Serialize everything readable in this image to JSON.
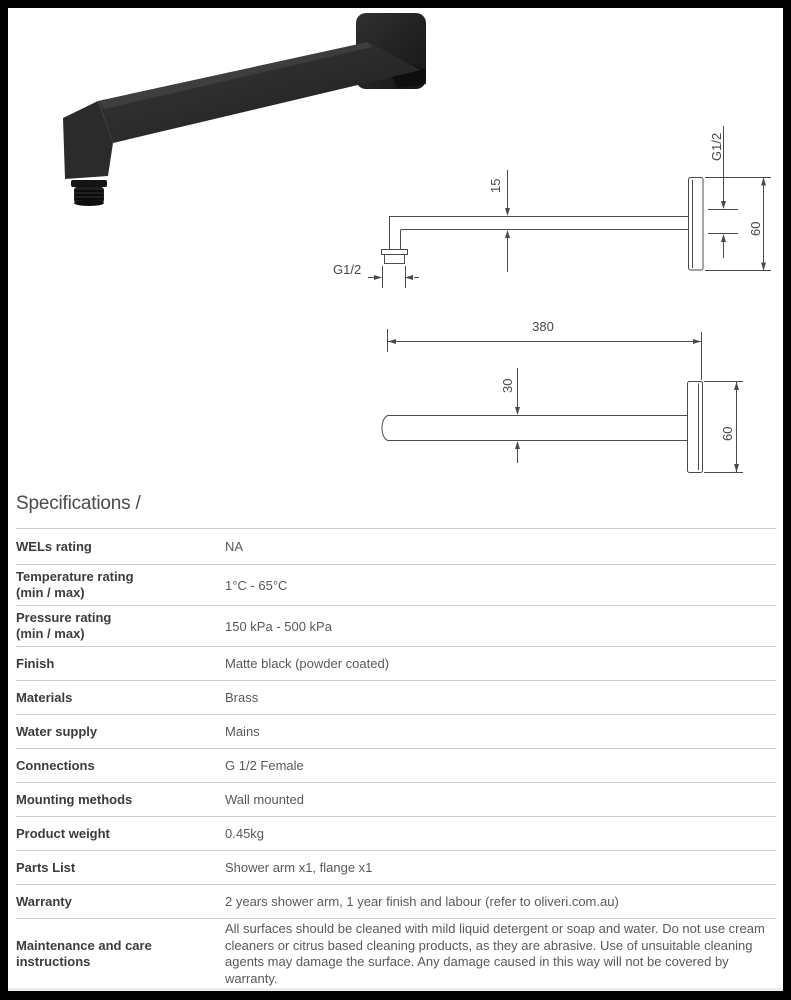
{
  "figures": {
    "photo": {
      "alt": "Matte black square wall-mounted shower arm with flange"
    },
    "side_view": {
      "inlet_thread_label": "G1/2",
      "arm_drop_dim": "15",
      "wall_thread_label": "G1/2",
      "flange_height_dim": "60"
    },
    "plan_view": {
      "arm_length_dim": "380",
      "arm_width_dim": "30",
      "flange_width_dim": "60"
    }
  },
  "specifications": {
    "heading": "Specifications /",
    "rows": [
      {
        "label": "WELs rating",
        "value": "NA"
      },
      {
        "label": "Temperature rating\n(min / max)",
        "value": "1°C - 65°C"
      },
      {
        "label": "Pressure rating\n(min / max)",
        "value": "150 kPa - 500 kPa"
      },
      {
        "label": "Finish",
        "value": "Matte black (powder coated)"
      },
      {
        "label": "Materials",
        "value": "Brass"
      },
      {
        "label": "Water supply",
        "value": "Mains"
      },
      {
        "label": "Connections",
        "value": "G 1/2 Female"
      },
      {
        "label": "Mounting methods",
        "value": "Wall mounted"
      },
      {
        "label": "Product weight",
        "value": "0.45kg"
      },
      {
        "label": "Parts List",
        "value": "Shower arm x1, flange x1"
      },
      {
        "label": "Warranty",
        "value": "2 years shower arm, 1 year finish and labour (refer to oliveri.com.au)"
      },
      {
        "label": "Maintenance and care\ninstructions",
        "value": "All surfaces should be cleaned with mild liquid detergent or soap and water. Do not use cream cleaners or citrus based cleaning products, as they are abrasive. Use of unsuitable cleaning agents may damage the surface. Any damage caused in this way will not be covered by warranty."
      }
    ]
  },
  "theme": {
    "frame_color": "#000000",
    "page_background": "#ffffff",
    "heading_color": "#4a4a4a",
    "label_color": "#3c3c3c",
    "value_color": "#595959",
    "rule_color": "#cccccc",
    "drawing_line_color": "#4a4a4a",
    "product_color": "#262626"
  }
}
